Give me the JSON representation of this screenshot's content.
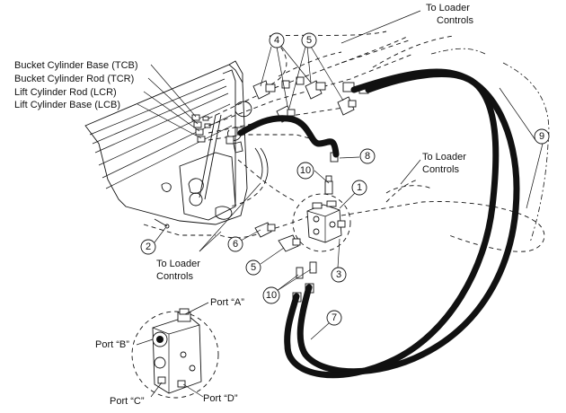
{
  "labels": {
    "to_loader_controls_top": [
      "To Loader",
      "Controls"
    ],
    "to_loader_controls_right": [
      "To Loader",
      "Controls"
    ],
    "to_loader_controls_bottom": [
      "To Loader",
      "Controls"
    ],
    "bucket_cylinder_base": "Bucket Cylinder Base (TCB)",
    "bucket_cylinder_rod": "Bucket Cylinder Rod (TCR)",
    "lift_cylinder_rod": "Lift Cylinder Rod (LCR)",
    "lift_cylinder_base": "Lift Cylinder Base (LCB)",
    "port_a": "Port “A”",
    "port_b": "Port “B”",
    "port_c": "Port “C”",
    "port_d": "Port “D”"
  },
  "callouts": {
    "c1": "1",
    "c2": "2",
    "c3": "3",
    "c4": "4",
    "c5a": "5",
    "c5b": "5",
    "c6": "6",
    "c7": "7",
    "c8": "8",
    "c9": "9",
    "c10a": "10",
    "c10b": "10"
  }
}
